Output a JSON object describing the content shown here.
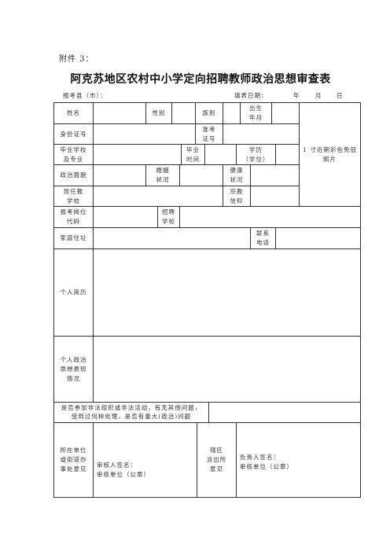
{
  "header": {
    "attachment": "附件 3：",
    "title": "阿克苏地区农村中小学定向招聘教师政治思想审查表",
    "county_label": "报考县（市）：",
    "date_label": "填表日期：",
    "year": "年",
    "month": "月",
    "day": "日"
  },
  "form": {
    "name": "姓名",
    "gender": "性别",
    "ethnicity": "族别",
    "birth": [
      "出生",
      "年月"
    ],
    "photo": [
      "1 寸近期彩色免冠",
      "照片"
    ],
    "id_number": "身份证号",
    "exam_number": [
      "准考",
      "证号"
    ],
    "graduation_school": [
      "毕业学校",
      "及专业"
    ],
    "graduation_time": [
      "毕业",
      "时间"
    ],
    "education": [
      "学历",
      "（学位）"
    ],
    "political_status": "政治面貌",
    "marital_status": [
      "婚姻",
      "状况"
    ],
    "health_status": [
      "健康",
      "状况"
    ],
    "current_school": [
      "现任教",
      "学校"
    ],
    "religion": [
      "宗教",
      "信仰"
    ],
    "post_code": [
      "报考岗位",
      "代码"
    ],
    "recruiting_school": [
      "招聘",
      "学校"
    ],
    "home_address": "家庭住址",
    "phone": [
      "联系",
      "电话"
    ],
    "resume": "个人简历",
    "political_conduct": [
      "个人政治",
      "思想表现",
      "情况"
    ],
    "illegal_activity_question": [
      "是否参加非法组织或非法活动，有无其他问题，",
      "受到过何种处理，是否有重大(政治)问题"
    ],
    "unit_opinion": [
      "所在单位",
      "或街道办",
      "事处意见"
    ],
    "unit_reviewer_sign": "审核人签名：",
    "unit_review_seal": "审核单位（公章）",
    "police_opinion": [
      "辖区",
      "派出所",
      "意见"
    ],
    "police_leader_sign": "负责人签名：",
    "police_review_seal": "审核单位（公章）"
  }
}
